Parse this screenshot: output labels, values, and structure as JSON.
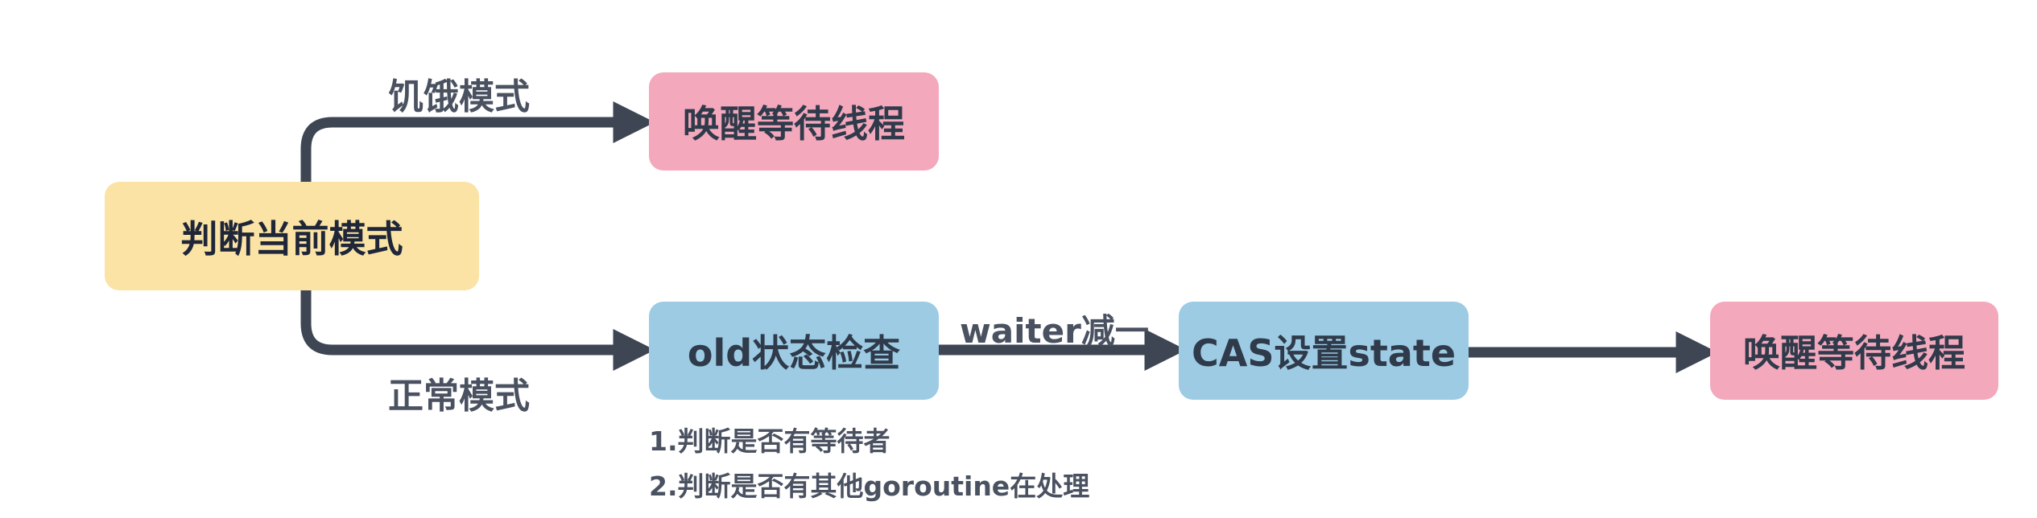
{
  "nodes": {
    "judge_mode": "判断当前模式",
    "wake_waiting_1": "唤醒等待线程",
    "old_state_check": "old状态检查",
    "cas_set_state": "CAS设置state",
    "wake_waiting_2": "唤醒等待线程"
  },
  "edges": {
    "starvation_mode": "饥饿模式",
    "normal_mode": "正常模式",
    "waiter_decrement": "waiter减一"
  },
  "notes": [
    "1.判断是否有等待者",
    "2.判断是否有其他goroutine在处理"
  ],
  "colors": {
    "decision": "#fbe3a6",
    "wake": "#f3a8bc",
    "process": "#9ccbe3",
    "connector": "#3e4654"
  }
}
